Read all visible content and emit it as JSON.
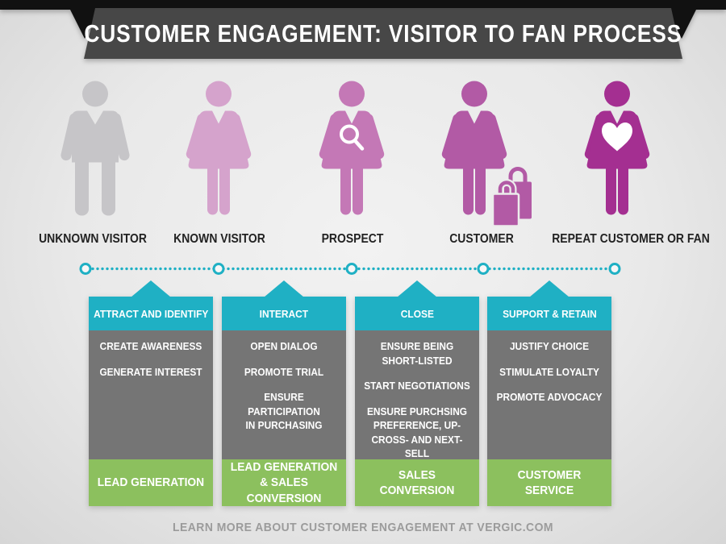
{
  "title": "CUSTOMER ENGAGEMENT: VISITOR TO FAN PROCESS",
  "footer_note": "LEARN MORE ABOUT CUSTOMER ENGAGEMENT AT VERGIC.COM",
  "colors": {
    "teal": "#1fb0c4",
    "panel_gray": "#757575",
    "green": "#8cc05e",
    "banner": "#474747",
    "black": "#111111",
    "label_text": "#222222",
    "note_text": "#9b9b9b",
    "white": "#ffffff",
    "figure_unknown": "#c6c5c8",
    "figure_known": "#d5a3cc",
    "figure_prospect": "#c478b6",
    "figure_customer": "#b25aa5",
    "figure_fan": "#a42f91"
  },
  "stages": [
    {
      "label": "UNKNOWN VISITOR"
    },
    {
      "label": "KNOWN VISITOR"
    },
    {
      "label": "PROSPECT"
    },
    {
      "label": "CUSTOMER"
    },
    {
      "label": "REPEAT CUSTOMER OR FAN"
    }
  ],
  "phases": [
    {
      "header": "ATTRACT AND IDENTIFY",
      "items": [
        "CREATE AWARENESS",
        "GENERATE INTEREST"
      ],
      "footer": "LEAD GENERATION"
    },
    {
      "header": "INTERACT",
      "items": [
        "OPEN DIALOG",
        "PROMOTE TRIAL",
        "ENSURE PARTICIPATION\nIN PURCHASING"
      ],
      "footer": "LEAD GENERATION\n& SALES CONVERSION"
    },
    {
      "header": "CLOSE",
      "items": [
        "ENSURE BEING\nSHORT-LISTED",
        "START NEGOTIATIONS",
        "ENSURE PURCHSING\nPREFERENCE, UP-\nCROSS- AND NEXT-SELL"
      ],
      "footer": "SALES CONVERSION"
    },
    {
      "header": "SUPPORT & RETAIN",
      "items": [
        "JUSTIFY CHOICE",
        "STIMULATE LOYALTY",
        "PROMOTE ADVOCACY"
      ],
      "footer": "CUSTOMER SERVICE"
    }
  ]
}
